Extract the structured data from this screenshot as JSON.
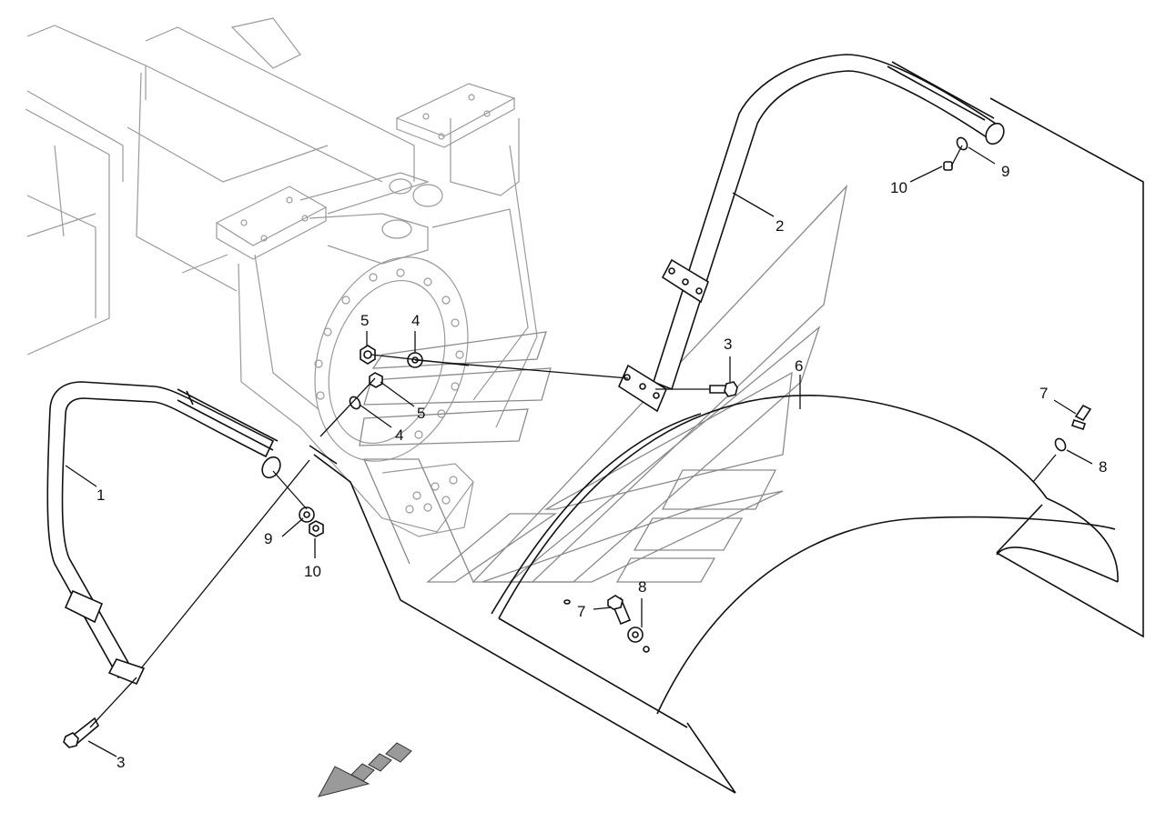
{
  "diagram": {
    "callouts": [
      {
        "id": "c1",
        "text": "1"
      },
      {
        "id": "c2",
        "text": "2"
      },
      {
        "id": "c3a",
        "text": "3"
      },
      {
        "id": "c3b",
        "text": "3"
      },
      {
        "id": "c4a",
        "text": "4"
      },
      {
        "id": "c4b",
        "text": "4"
      },
      {
        "id": "c5a",
        "text": "5"
      },
      {
        "id": "c5b",
        "text": "5"
      },
      {
        "id": "c6",
        "text": "6"
      },
      {
        "id": "c7a",
        "text": "7"
      },
      {
        "id": "c7b",
        "text": "7"
      },
      {
        "id": "c8a",
        "text": "8"
      },
      {
        "id": "c8b",
        "text": "8"
      },
      {
        "id": "c9a",
        "text": "9"
      },
      {
        "id": "c9b",
        "text": "9"
      },
      {
        "id": "c10a",
        "text": "10"
      },
      {
        "id": "c10b",
        "text": "10"
      }
    ],
    "colors": {
      "line": "#111111",
      "background_part": "#9a9a9a",
      "arrow": "#9a9a9a"
    }
  }
}
